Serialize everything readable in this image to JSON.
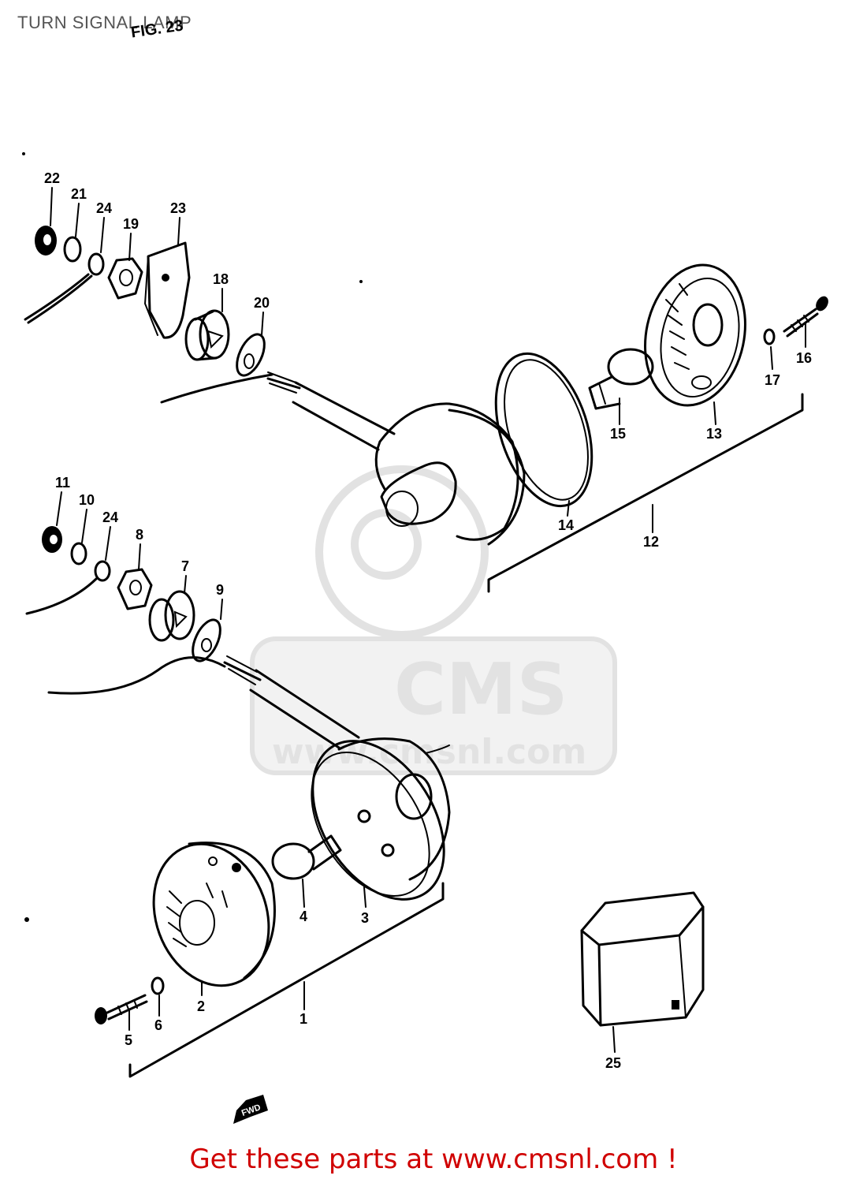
{
  "title": "TURN SIGNAL LAMP",
  "figure_no": "FIG. 23",
  "watermark": {
    "brand": "CMS",
    "url": "www.cmsnl.com"
  },
  "fwd_label": "FWD",
  "footer": {
    "text": "Get these parts at www.cmsnl.com !",
    "color": "#d00000"
  },
  "callouts": {
    "c1": "1",
    "c2": "2",
    "c3": "3",
    "c4": "4",
    "c5": "5",
    "c6": "6",
    "c7": "7",
    "c8": "8",
    "c9": "9",
    "c10": "10",
    "c11": "11",
    "c12": "12",
    "c13": "13",
    "c14": "14",
    "c15": "15",
    "c16": "16",
    "c17": "17",
    "c18": "18",
    "c19": "19",
    "c20": "20",
    "c21": "21",
    "c22": "22",
    "c23": "23",
    "c24a": "24",
    "c24b": "24",
    "c25": "25"
  }
}
